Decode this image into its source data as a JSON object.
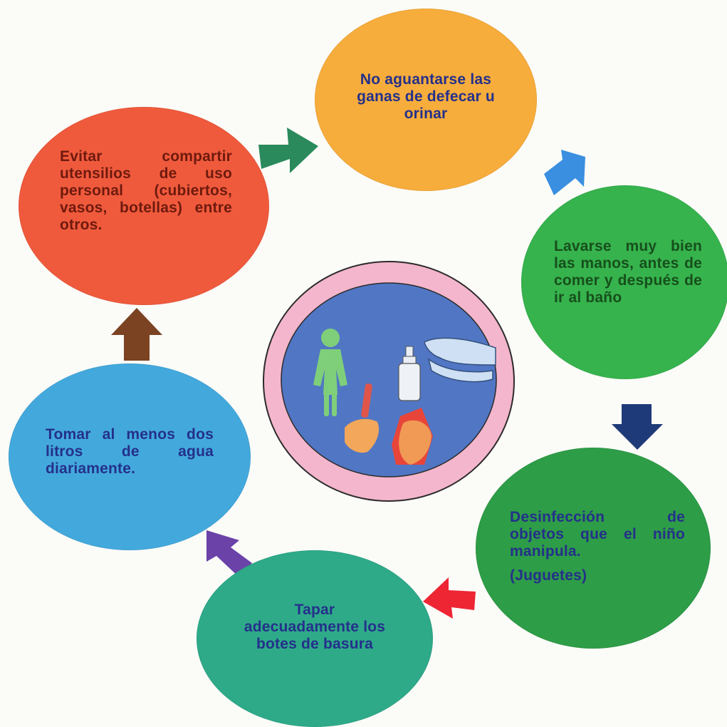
{
  "colors": {
    "orange": "#f7ad3c",
    "red": "#f05a3c",
    "green": "#36b34d",
    "dark_green": "#2e9d47",
    "teal": "#2eaa89",
    "blue": "#43a9dd",
    "text_dark": "#6e1a0e",
    "text_blue": "#24308a",
    "text_green": "#174f1c"
  },
  "nodes": {
    "no_aguantarse": {
      "text": "No aguantarse las ganas de defecar u orinar"
    },
    "lavarse_manos": {
      "text": "Lavarse muy bien las manos, antes de comer y después de ir al baño"
    },
    "desinfeccion": {
      "text": "Desinfección de objetos que el niño manipula.",
      "subtext": "(Juguetes)"
    },
    "tapar_botes": {
      "text": "Tapar adecuadamente los botes de basura"
    },
    "tomar_agua": {
      "text": "Tomar al menos dos litros de agua diariamente."
    },
    "evitar_compartir": {
      "text": "Evitar compartir utensilios de uso personal (cubiertos, vasos, botellas) entre otros."
    }
  },
  "center_illustration": {
    "icons": [
      "woman-restroom-icon",
      "hand-sanitizer-icon",
      "toothbrush-icon",
      "toothpaste-icon"
    ]
  }
}
